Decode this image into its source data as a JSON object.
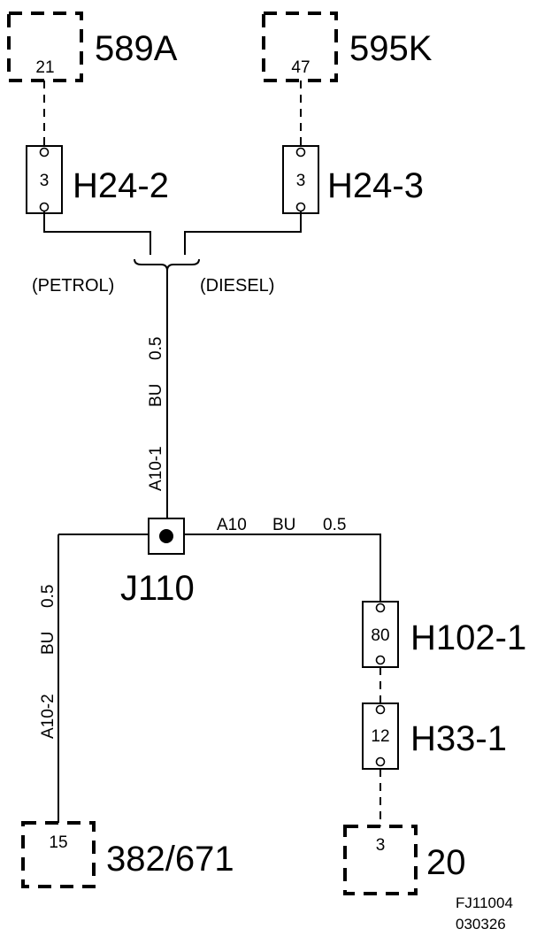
{
  "components": {
    "c589a": {
      "pin": "21",
      "label": "589A"
    },
    "c595k": {
      "pin": "47",
      "label": "595K"
    },
    "h24_2": {
      "pin": "3",
      "label": "H24-2"
    },
    "h24_3": {
      "pin": "3",
      "label": "H24-3"
    },
    "j110": {
      "label": "J110"
    },
    "h102_1": {
      "pin": "80",
      "label": "H102-1"
    },
    "h33_1": {
      "pin": "12",
      "label": "H33-1"
    },
    "c382": {
      "pin": "15",
      "label": "382/671"
    },
    "c20": {
      "pin": "3",
      "label": "20"
    }
  },
  "notes": {
    "petrol": "(PETROL)",
    "diesel": "(DIESEL)"
  },
  "wires": {
    "a10_1": {
      "id": "A10-1",
      "color": "BU",
      "size": "0.5"
    },
    "a10": {
      "id": "A10",
      "color": "BU",
      "size": "0.5"
    },
    "a10_2": {
      "id": "A10-2",
      "color": "BU",
      "size": "0.5"
    }
  },
  "reference": {
    "figure": "FJ11004",
    "date": "030326"
  }
}
